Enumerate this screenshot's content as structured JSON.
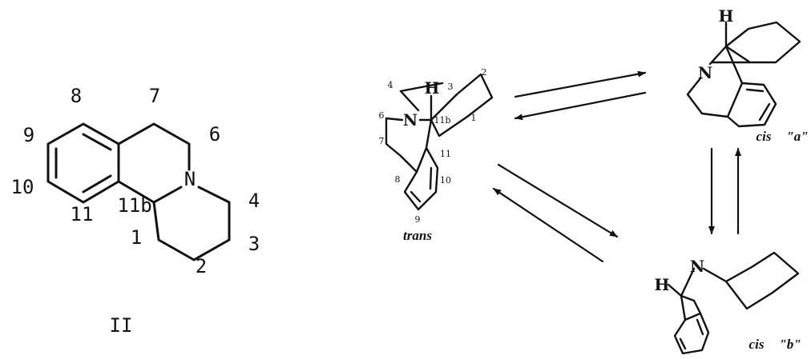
{
  "structure_ii": {
    "compound_label": "II",
    "numbers": {
      "n1": "1",
      "n2": "2",
      "n3": "3",
      "n4": "4",
      "n6": "6",
      "n7": "7",
      "n8": "8",
      "n9": "9",
      "n10": "10",
      "n11": "11",
      "n11b": "11b"
    },
    "nitrogen": "N"
  },
  "trans_conformer": {
    "label": "trans",
    "h_atom": "H",
    "nitrogen": "N",
    "numbers": {
      "n1": "1",
      "n2": "2",
      "n3": "3",
      "n4": "4",
      "n6": "6",
      "n7": "7",
      "n8": "8",
      "n9": "9",
      "n10": "10",
      "n11": "11",
      "n11b": "11b"
    }
  },
  "cis_a": {
    "label_word": "cis",
    "label_tag": "\"a\"",
    "h_atom": "H",
    "nitrogen": "N"
  },
  "cis_b": {
    "label_word": "cis",
    "label_tag": "\"b\"",
    "h_atom": "H",
    "nitrogen": "N"
  }
}
